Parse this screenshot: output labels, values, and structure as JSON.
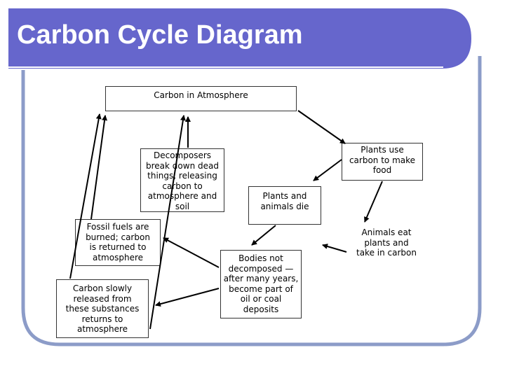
{
  "slide": {
    "title": "Carbon Cycle Diagram",
    "colors": {
      "title_band": "#6666CC",
      "frame_border": "#8C9CC8",
      "box_border": "#333333",
      "arrow": "#000000"
    }
  },
  "nodes": {
    "atmosphere": "Carbon in Atmosphere",
    "plants_use": "Plants use\ncarbon to make\nfood",
    "animals_eat": "Animals eat\nplants and\ntake in carbon",
    "plants_animals_die": "Plants and\nanimals die",
    "decomposers": "Decomposers\nbreak down dead\nthings, releasing\ncarbon to\natmosphere and\nsoil",
    "bodies_not_decomposed": "Bodies not\ndecomposed —\nafter many years,\nbecome part of\noil or coal\ndeposits",
    "fossil_fuels": "Fossil fuels are\nburned; carbon\nis returned to\natmosphere",
    "carbon_slowly_released": "Carbon slowly\nreleased from\nthese substances\nreturns to\natmosphere"
  }
}
